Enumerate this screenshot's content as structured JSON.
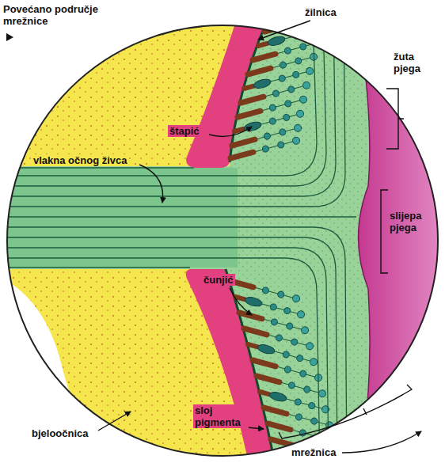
{
  "diagram": {
    "title": "Povećano područje mrežnice",
    "labels": [
      "žilnica",
      "žuta pjega",
      "štapić",
      "vlakna očnog živca",
      "slijepa pjega",
      "čunjić",
      "sloj pigmenta",
      "bjeloočnica",
      "mrežnica"
    ]
  }
}
